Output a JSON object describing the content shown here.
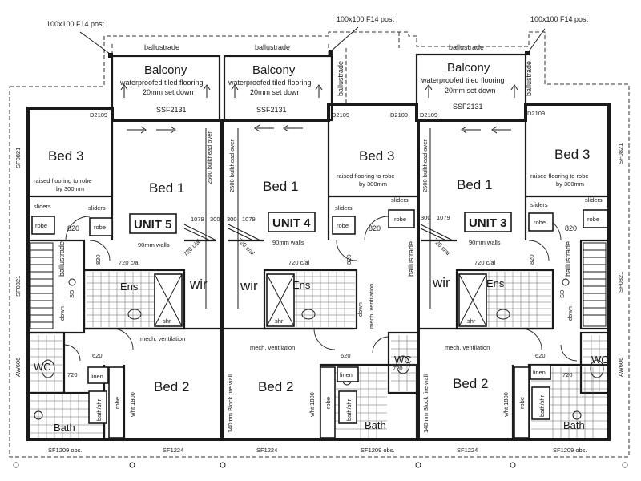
{
  "plan": {
    "post_label": "100x100 F14 post",
    "balustrade_label": "ballustrade",
    "balcony": {
      "title": "Balcony",
      "floor_note": "waterproofed tiled flooring",
      "set_down": "20mm set down",
      "door_code": "SSF2131"
    },
    "window_codes": {
      "d2109": "D2109",
      "sf0821": "SF0821",
      "aw606": "AW606",
      "sf1209": "SF1209 obs.",
      "sf1224": "SF1224"
    },
    "rooms": {
      "bed1": "Bed 1",
      "bed2": "Bed 2",
      "bed3": "Bed 3",
      "ens": "Ens",
      "wir": "wir",
      "wc": "WC",
      "bath": "Bath",
      "robe": "robe",
      "linen": "linen",
      "shr": "shr",
      "bath_shr": "bath/shr"
    },
    "notes": {
      "raised_floor": "raised flooring to robe",
      "by_300": "by 300mm",
      "sliders": "sliders",
      "walls_90": "90mm walls",
      "dim_720": "720 c/al",
      "dim_820": "820",
      "dim_620": "620",
      "dim_720_short": "720",
      "bulkhead": "2500 bulkhead over",
      "vent": "mech. ventilation",
      "fire_wall": "140mm Block fire wall",
      "robe_h": "v/ht 1800",
      "dim_1079": "1079",
      "dim_300": "300",
      "down": "down",
      "step_sd": "SD"
    },
    "units": {
      "u5": "UNIT 5",
      "u4": "UNIT 4",
      "u3": "UNIT 3"
    }
  }
}
